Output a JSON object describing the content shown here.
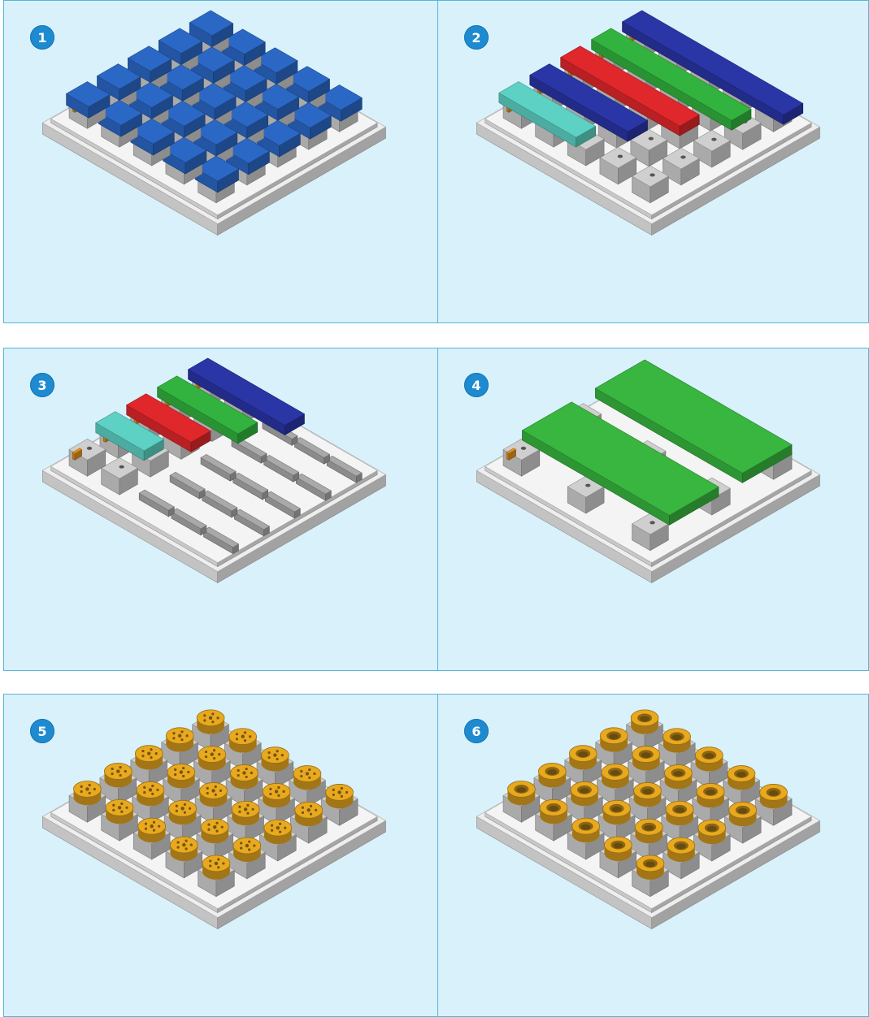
{
  "panels": [
    {
      "label": "1",
      "content": "blocks",
      "block_color": "#2b68c6"
    },
    {
      "label": "2",
      "content": "rows",
      "rows": [
        {
          "color": "#2a35a6"
        },
        {
          "color": "#32b33f"
        },
        {
          "color": "#e0272b"
        },
        {
          "color": "#2a35a6"
        },
        {
          "color": "#5dd2c4"
        }
      ]
    },
    {
      "label": "3",
      "content": "rows_rails",
      "rows": [
        {
          "color": "#2a35a6"
        },
        {
          "color": "#32b33f"
        },
        {
          "color": "#e0272b"
        },
        {
          "color": "#5dd2c4"
        }
      ]
    },
    {
      "label": "4",
      "content": "plates",
      "plate_color": "#38b63f"
    },
    {
      "label": "5",
      "content": "gears",
      "part_color": "#e8a91f"
    },
    {
      "label": "6",
      "content": "rings",
      "part_color": "#e8a91f"
    }
  ],
  "colors": {
    "panel_bg": "#d9f1fa",
    "panel_border": "#55b6d8",
    "badge": "#1e8bd0",
    "vise_orange": "#e6931e",
    "metal_light": "#eeeeee",
    "metal_mid": "#cfcfcf",
    "metal_dark": "#a9a9a9"
  }
}
